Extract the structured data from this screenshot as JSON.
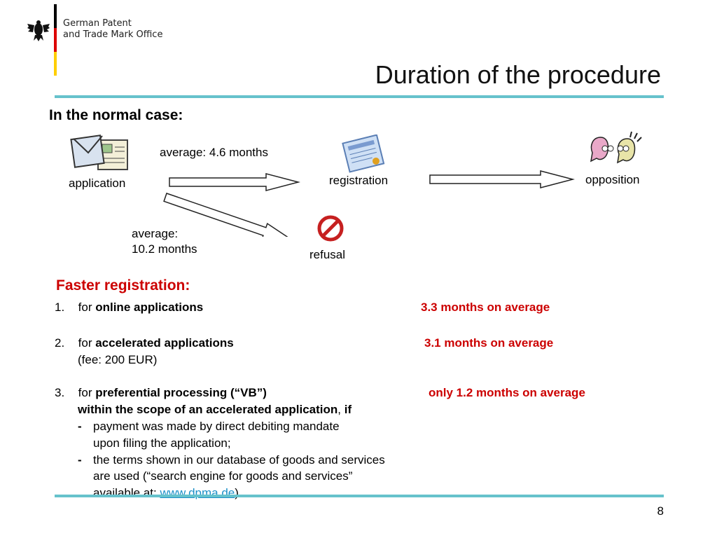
{
  "header": {
    "org_line1": "German Patent",
    "org_line2": "and Trade Mark Office",
    "title": "Duration of the procedure",
    "flag_colors": [
      "#000000",
      "#dd0000",
      "#ffce00"
    ]
  },
  "flow": {
    "heading": "In the normal case:",
    "application": "application",
    "avg1": "average: 4.6 months",
    "registration": "registration",
    "opposition": "opposition",
    "avg2_line1": "average:",
    "avg2_line2": "10.2 months",
    "refusal": "refusal",
    "icons": [
      "envelope-documents-icon",
      "certificate-icon",
      "no-entry-icon",
      "arguing-people-icon"
    ]
  },
  "faster": {
    "heading": "Faster registration:",
    "items": [
      {
        "num": "1.",
        "prefix": "for ",
        "bold": "online applications",
        "time": "3.3 months on average"
      },
      {
        "num": "2.",
        "prefix": "for ",
        "bold": "accelerated applications",
        "time": "3.1 months on average",
        "note": "(fee: 200 EUR)"
      },
      {
        "num": "3.",
        "prefix": "for ",
        "bold": "preferential processing (“VB”)",
        "time": "only 1.2 months on average",
        "cond_bold": "within the scope of an accelerated application",
        "cond_sep": ", ",
        "cond_if": "if",
        "bullet": "-",
        "b1_l1": "payment was made by direct debiting mandate",
        "b1_l2": "upon filing the application;",
        "b2_l1": "the terms shown in our database of goods and services",
        "b2_l2": "are used (“search engine for goods and services”",
        "b2_l3_pre": "available at: ",
        "link": "www.dpma.de",
        "b2_l3_post": ")."
      }
    ]
  },
  "footer": {
    "page": "8"
  },
  "colors": {
    "accent_rule": "#66c2cc",
    "highlight": "#cc0000",
    "link": "#1a8fc8"
  }
}
